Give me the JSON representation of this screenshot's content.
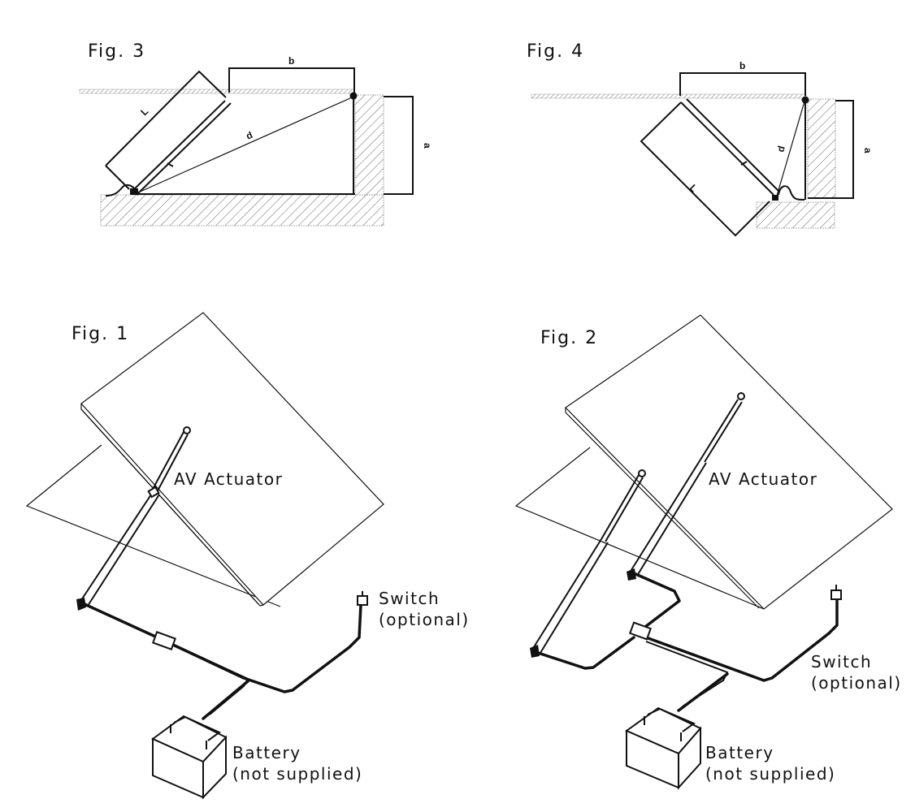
{
  "figures": {
    "fig3": {
      "label": "Fig. 3",
      "dimensions": {
        "length": "L",
        "b": "b",
        "d": "d",
        "a": "a"
      }
    },
    "fig4": {
      "label": "Fig. 4",
      "dimensions": {
        "length": "L",
        "b": "b",
        "d": "d",
        "a": "a"
      }
    },
    "fig1": {
      "label": "Fig. 1",
      "actuator_label": "AV Actuator",
      "switch_label_line1": "Switch",
      "switch_label_line2": "(optional)",
      "battery_label_line1": "Battery",
      "battery_label_line2": "(not supplied)"
    },
    "fig2": {
      "label": "Fig. 2",
      "actuator_label": "AV Actuator",
      "switch_label_line1": "Switch",
      "switch_label_line2": "(optional)",
      "battery_label_line1": "Battery",
      "battery_label_line2": "(not supplied)"
    }
  }
}
